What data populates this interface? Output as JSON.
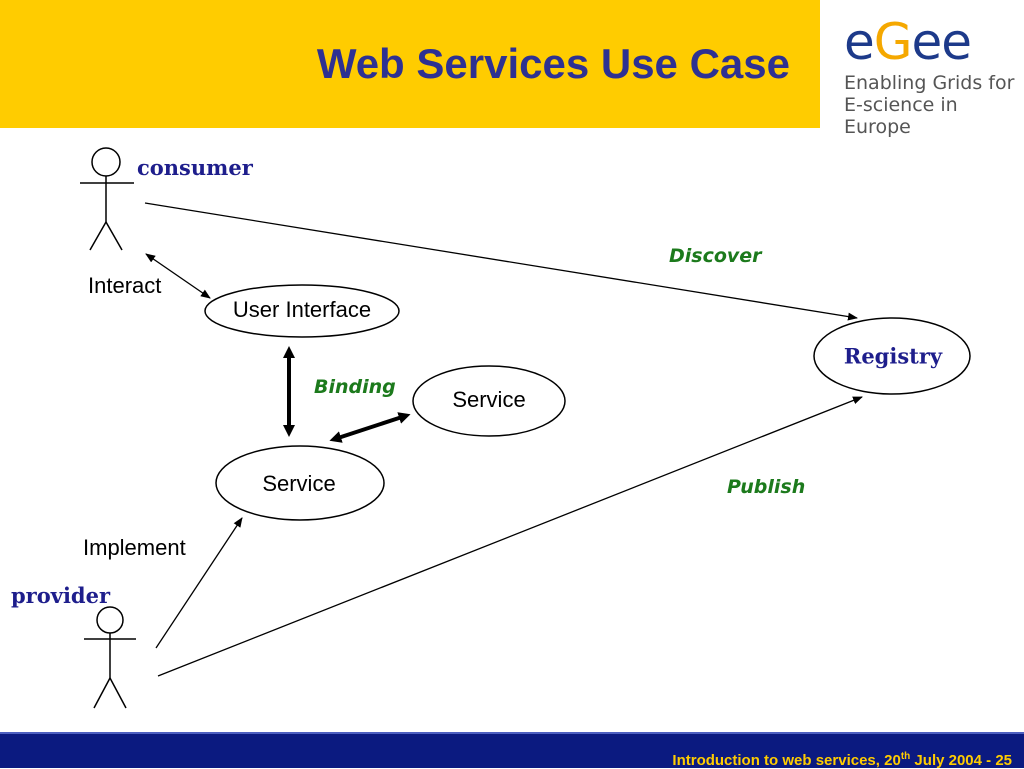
{
  "header": {
    "title": "Web Services Use Case",
    "accent_color": "#ffcc00",
    "title_color": "#2e3192"
  },
  "logo": {
    "word_a": "e",
    "word_g": "G",
    "word_b": "ee",
    "tagline": "Enabling Grids for\nE-science in Europe"
  },
  "diagram": {
    "actors": {
      "consumer": "consumer",
      "provider": "provider"
    },
    "nodes": {
      "user_interface": "User Interface",
      "service_main": "Service",
      "service_bound": "Service",
      "registry": "Registry"
    },
    "labels": {
      "interact": "Interact",
      "implement": "Implement",
      "binding": "Binding",
      "discover": "Discover",
      "publish": "Publish"
    }
  },
  "footer": {
    "text_before": "Introduction to web services, 20",
    "sup": "th",
    "text_after": " July 2004  - 25",
    "bg_color": "#0b1a80",
    "text_color": "#ffcc00"
  }
}
